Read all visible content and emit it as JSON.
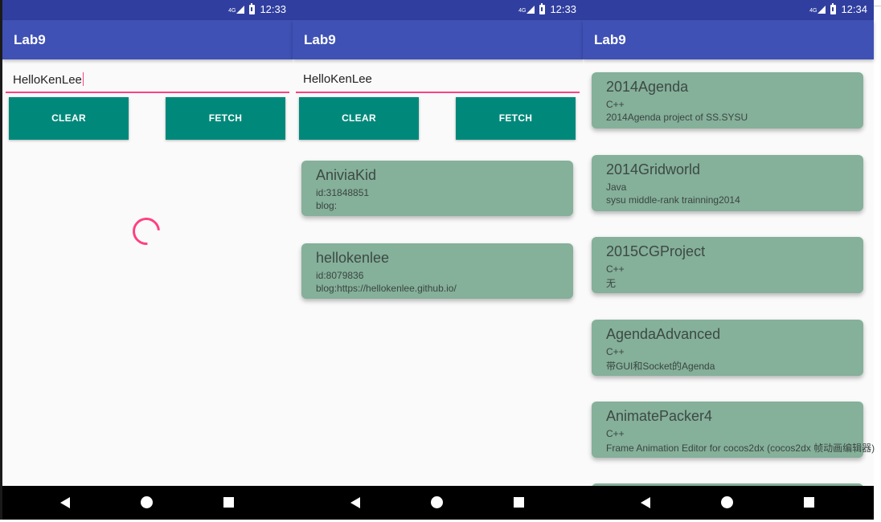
{
  "app": {
    "title": "Lab9"
  },
  "screens": [
    {
      "status": {
        "network": "4G",
        "time": "12:33"
      },
      "search": {
        "value": "HelloKenLee"
      },
      "buttons": {
        "clear": "CLEAR",
        "fetch": "FETCH"
      },
      "loading": true
    },
    {
      "status": {
        "network": "4G",
        "time": "12:33"
      },
      "search": {
        "value": "HelloKenLee"
      },
      "buttons": {
        "clear": "CLEAR",
        "fetch": "FETCH"
      },
      "users": [
        {
          "login": "AniviaKid",
          "id": "id:31848851",
          "blog": "blog:"
        },
        {
          "login": "hellokenlee",
          "id": "id:8079836",
          "blog": "blog:https://hellokenlee.github.io/"
        }
      ]
    },
    {
      "status": {
        "network": "4G",
        "time": "12:34"
      },
      "repos": [
        {
          "name": "2014Agenda",
          "language": "C++",
          "description": "2014Agenda project of SS.SYSU"
        },
        {
          "name": "2014Gridworld",
          "language": "Java",
          "description": "sysu middle-rank trainning2014"
        },
        {
          "name": "2015CGProject",
          "language": "C++",
          "description": "无"
        },
        {
          "name": "AgendaAdvanced",
          "language": "C++",
          "description": "带GUI和Socket的Agenda"
        },
        {
          "name": "AnimatePacker4",
          "language": "C++",
          "description": "Frame Animation Editor for cocos2dx (cocos2dx 帧动画编辑器)"
        }
      ]
    }
  ],
  "colors": {
    "status_bar": "#303f9f",
    "toolbar": "#3f51b5",
    "accent": "#ff4081",
    "button": "#00897b",
    "card": "#85b09a"
  },
  "icons": {
    "back": "back-triangle-icon",
    "home": "home-circle-icon",
    "recents": "recents-square-icon"
  }
}
